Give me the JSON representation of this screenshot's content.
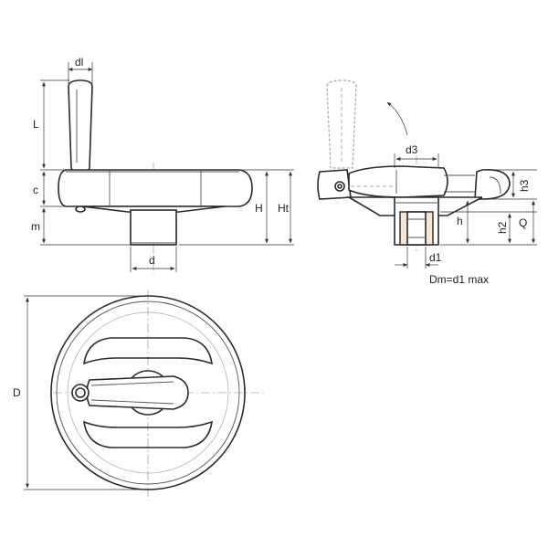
{
  "colors": {
    "line": "#2a2a2a",
    "insert": "#f5e6d8"
  },
  "labels": {
    "dl": "dl",
    "L": "L",
    "c": "c",
    "m": "m",
    "d": "d",
    "H": "H",
    "Ht": "Ht",
    "d3": "d3",
    "h3": "h3",
    "h": "h",
    "h2": "h2",
    "Q": "Q",
    "d1": "d1",
    "D": "D"
  },
  "note": "Dm=d1 max"
}
